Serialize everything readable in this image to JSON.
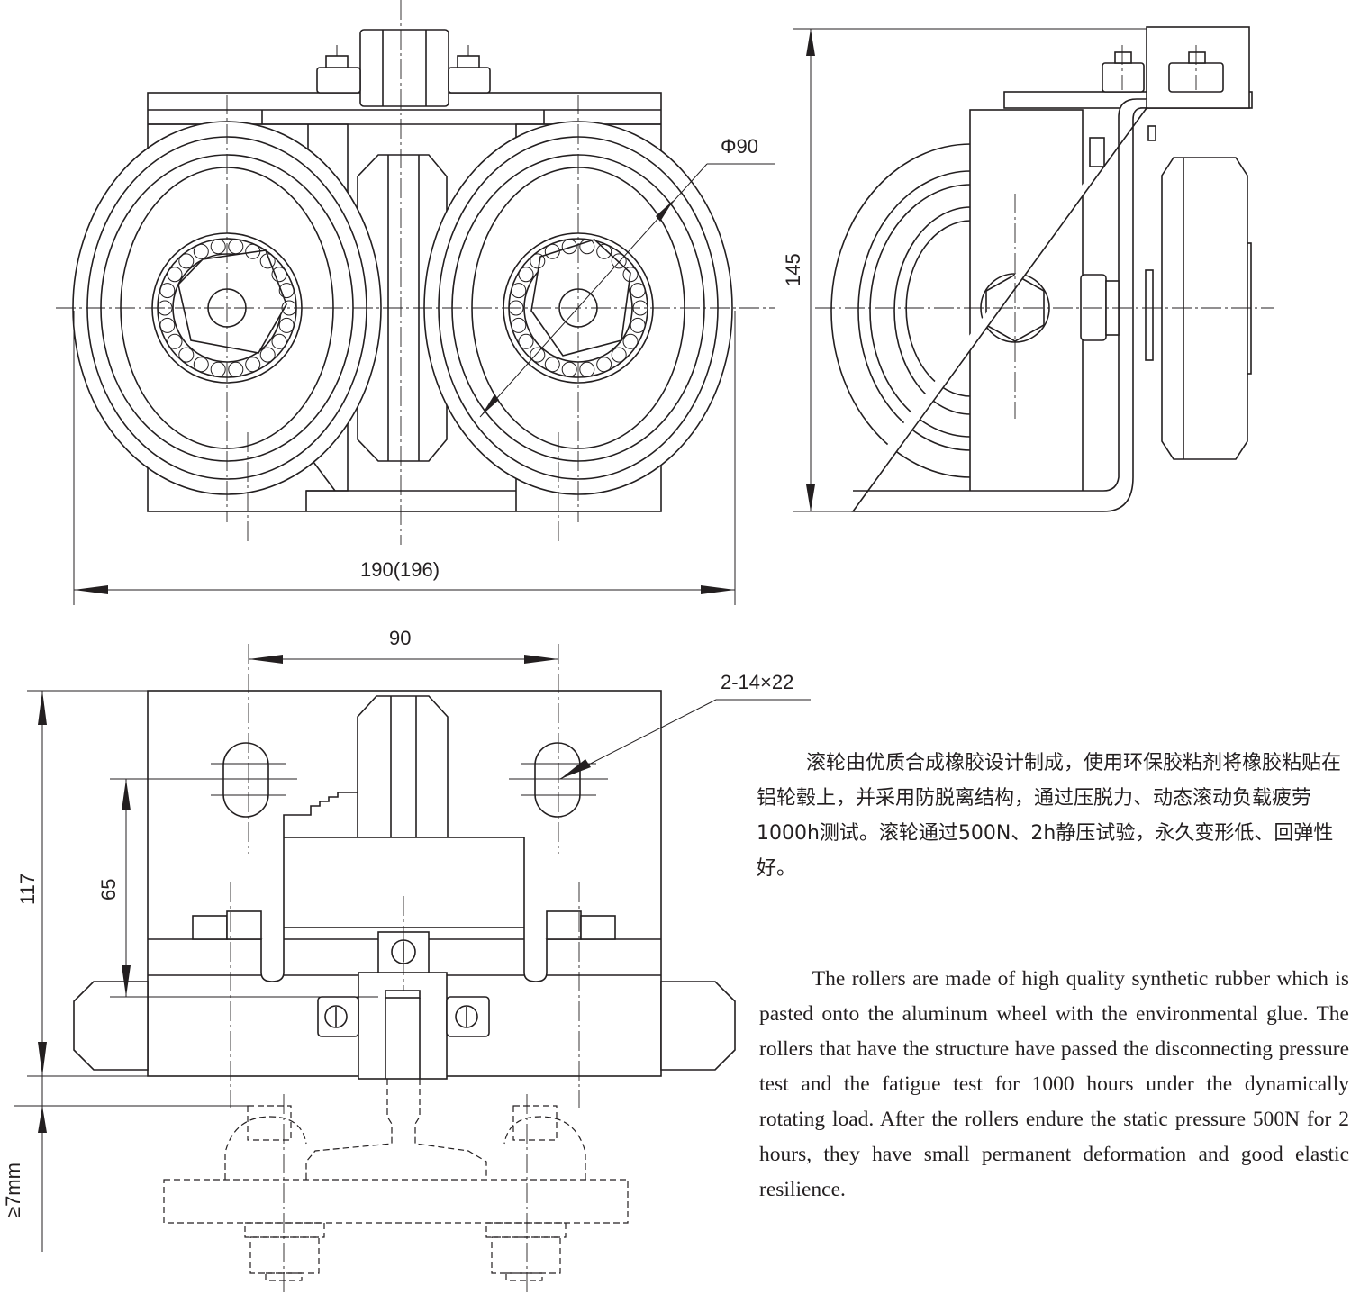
{
  "dimensions": {
    "front_view": {
      "roller_diameter": "Φ90",
      "overall_width": "190(196)"
    },
    "side_view": {
      "overall_height": "145"
    },
    "top_view": {
      "hole_spacing": "90",
      "slot_spec": "2-14×22",
      "overall_height": "117",
      "slot_to_base": "65",
      "rail_clearance": "≥7mm"
    }
  },
  "description": {
    "chinese": "滚轮由优质合成橡胶设计制成，使用环保胶粘剂将橡胶粘贴在铝轮毂上，并采用防脱离结构，通过压脱力、动态滚动负载疲劳1000h测试。滚轮通过500N、2h静压试验，永久变形低、回弹性好。",
    "english": "The rollers are made of high quality synthetic rubber which is pasted onto the aluminum wheel with the environmental glue. The rollers that have the structure have passed the disconnecting pressure test and the fatigue test for 1000 hours under the dynamically rotating load. After the rollers endure the static pressure 500N for 2 hours, they have small permanent deformation and good elastic resilience."
  }
}
